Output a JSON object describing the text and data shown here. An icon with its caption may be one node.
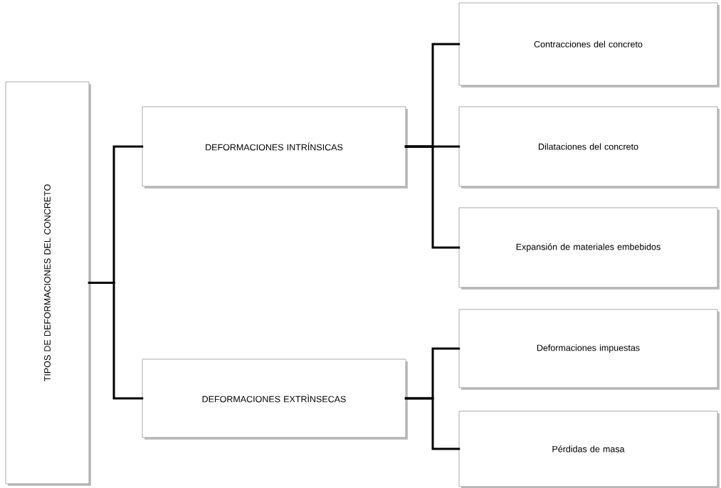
{
  "diagram": {
    "nodes": [
      {
        "text": [
          "TIPOS DE DEFORMACIONES DEL CONCRETO"
        ]
      },
      {
        "text": [
          "DEFORMACIONES INTRÍNSICAS"
        ]
      },
      {
        "text": [
          "DEFORMACIONES EXTRÌNSECAS"
        ]
      },
      {
        "text": [
          "Contracciones del concreto"
        ]
      },
      {
        "text": [
          "Dilataciones del concreto"
        ]
      },
      {
        "text": [
          "Expansión de materiales embebidos"
        ]
      },
      {
        "text": [
          "Deformaciones impuestas"
        ]
      },
      {
        "text": [
          "Pérdidas de masa"
        ]
      }
    ],
    "edges": [
      {
        "from": 0,
        "to": 1,
        "arrow": "none"
      },
      {
        "from": 0,
        "to": 2,
        "arrow": "none"
      },
      {
        "from": 1,
        "to": 3,
        "arrow": "none"
      },
      {
        "from": 1,
        "to": 4,
        "arrow": "none"
      },
      {
        "from": 1,
        "to": 5,
        "arrow": "none"
      },
      {
        "from": 2,
        "to": 6,
        "arrow": "none"
      },
      {
        "from": 2,
        "to": 7,
        "arrow": "none"
      }
    ]
  }
}
